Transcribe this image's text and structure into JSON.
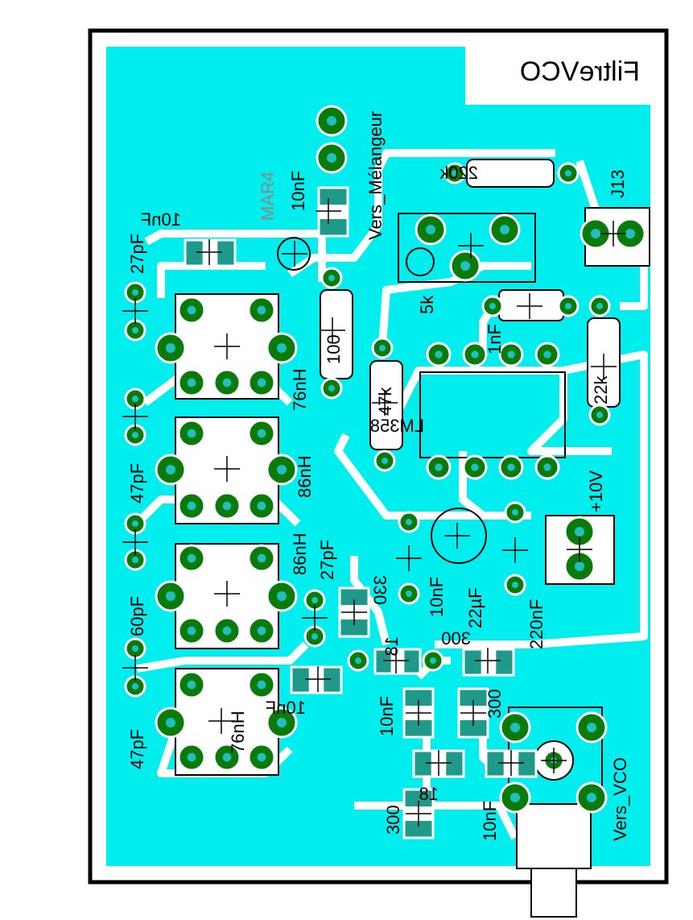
{
  "title": "FiltreVCO",
  "labels": {
    "vers_melangeur": "Vers_Mélangeur",
    "vers_vco": "Vers_VCO",
    "mar4": "MAR4",
    "lm358": "LM358",
    "plus10v": "+10V",
    "j13": "J13",
    "r220k": "220k",
    "r5k": "5k",
    "c1nf": "1nF",
    "r22k": "22k",
    "r100": "100",
    "r47k": "47k",
    "c10nf_top": "10nF",
    "c10nf_top2": "10nF",
    "c27pf_a": "27pF",
    "l76nh_a": "76nH",
    "c47pf_a": "47pF",
    "l86nh_a": "86nH",
    "l86nh_b": "86nH",
    "c27pf_b": "27pF",
    "c60pf": "60pF",
    "r330": "330",
    "c10nf_mid": "10nF",
    "c22uf": "22µF",
    "c220nf": "220nF",
    "r300_a": "300",
    "r300_b": "300",
    "r18a": "18",
    "c10nf_mid2": "10nF",
    "c10nf_left": "10nF",
    "l76nh_b": "76nH",
    "c47pf_b": "47pF",
    "r18b": "18",
    "r300_c": "300",
    "c10nf_bot": "10nF"
  },
  "colors": {
    "copper": "#00eeee",
    "pad": "#0a7a0a",
    "smd": "#1f9a8a",
    "outline": "#000000",
    "background": "#ffffff"
  }
}
